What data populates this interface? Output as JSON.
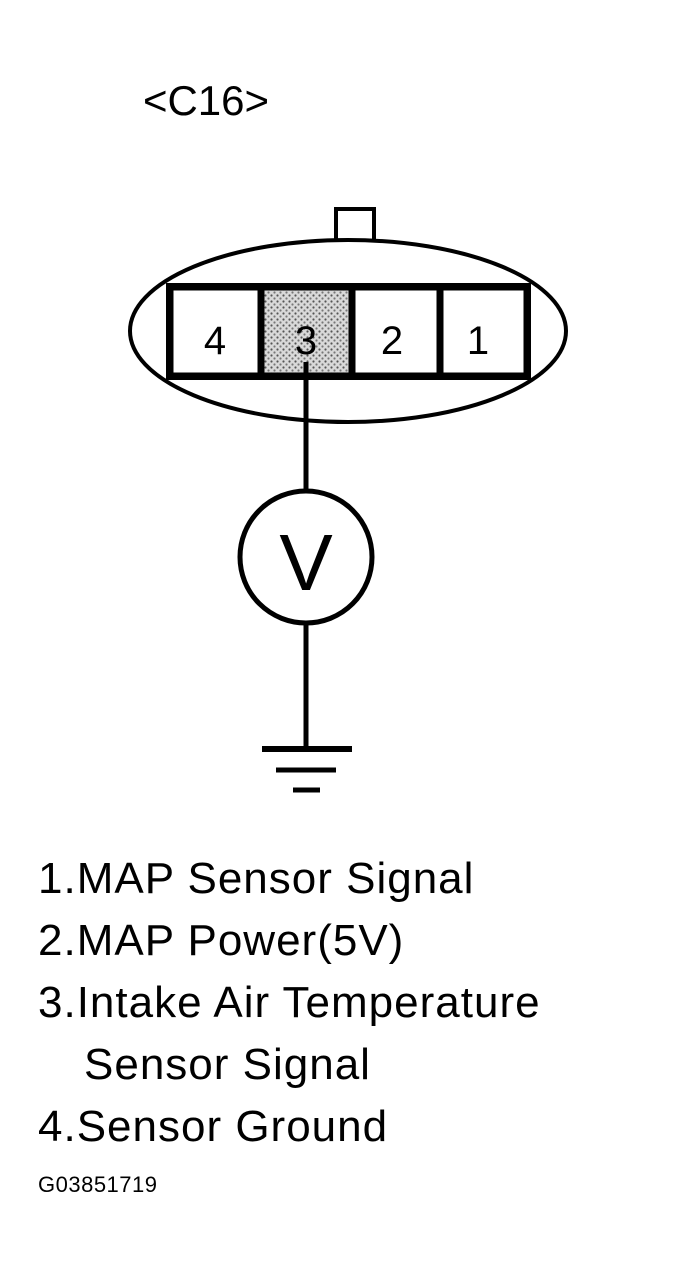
{
  "connector": {
    "title": "<C16>",
    "pins": [
      {
        "label": "4",
        "highlighted": false
      },
      {
        "label": "3",
        "highlighted": true
      },
      {
        "label": "2",
        "highlighted": false
      },
      {
        "label": "1",
        "highlighted": false
      }
    ]
  },
  "meter": {
    "label": "V"
  },
  "legend": [
    "1.MAP Sensor Signal",
    "2.MAP Power(5V)",
    "3.Intake Air Temperature",
    "Sensor Signal",
    "4.Sensor Ground"
  ],
  "figure_code": "G03851719",
  "colors": {
    "line": "#000000",
    "background": "#ffffff",
    "highlight_fill": "#bdbdbd"
  }
}
